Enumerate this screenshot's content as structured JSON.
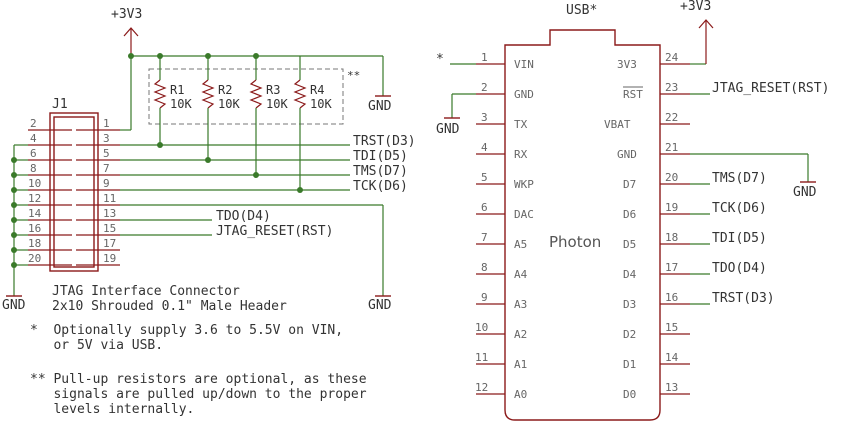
{
  "power_label": "+3V3",
  "gnd_label": "GND",
  "header": {
    "ref": "J1",
    "desc_line1": "JTAG Interface Connector",
    "desc_line2": "2x10 Shrouded 0.1\" Male Header",
    "left_pins": [
      "2",
      "4",
      "6",
      "8",
      "10",
      "12",
      "14",
      "16",
      "18",
      "20"
    ],
    "right_pins": [
      "1",
      "3",
      "5",
      "7",
      "9",
      "11",
      "13",
      "15",
      "17",
      "19"
    ]
  },
  "resistors": {
    "names": [
      "R1",
      "R2",
      "R3",
      "R4"
    ],
    "value": "10K",
    "mark": "**"
  },
  "signals": [
    "TRST(D3)",
    "TDI(D5)",
    "TMS(D7)",
    "TCK(D6)",
    "TDO(D4)",
    "JTAG_RESET(RST)"
  ],
  "notes": {
    "n1_line1": "*  Optionally supply 3.6 to 5.5V on VIN,",
    "n1_line2": "   or 5V via USB.",
    "n2_line1": "** Pull-up resistors are optional, as these",
    "n2_line2": "   signals are pulled up/down to the proper",
    "n2_line3": "   levels internally."
  },
  "photon": {
    "name": "Photon",
    "usb_label": "USB*",
    "vin_mark": "*",
    "left": [
      {
        "num": "1",
        "name": "VIN"
      },
      {
        "num": "2",
        "name": "GND"
      },
      {
        "num": "3",
        "name": "TX"
      },
      {
        "num": "4",
        "name": "RX"
      },
      {
        "num": "5",
        "name": "WKP"
      },
      {
        "num": "6",
        "name": "DAC"
      },
      {
        "num": "7",
        "name": "A5"
      },
      {
        "num": "8",
        "name": "A4"
      },
      {
        "num": "9",
        "name": "A3"
      },
      {
        "num": "10",
        "name": "A2"
      },
      {
        "num": "11",
        "name": "A1"
      },
      {
        "num": "12",
        "name": "A0"
      }
    ],
    "right": [
      {
        "num": "24",
        "name": "3V3"
      },
      {
        "num": "23",
        "name": "RST"
      },
      {
        "num": "22",
        "name": "VBAT"
      },
      {
        "num": "21",
        "name": "GND"
      },
      {
        "num": "20",
        "name": "D7"
      },
      {
        "num": "19",
        "name": "D6"
      },
      {
        "num": "18",
        "name": "D5"
      },
      {
        "num": "17",
        "name": "D4"
      },
      {
        "num": "16",
        "name": "D3"
      },
      {
        "num": "15",
        "name": "D2"
      },
      {
        "num": "14",
        "name": "D1"
      },
      {
        "num": "13",
        "name": "D0"
      }
    ],
    "right_signals": {
      "rst": "JTAG_RESET(RST)",
      "d7": "TMS(D7)",
      "d6": "TCK(D6)",
      "d5": "TDI(D5)",
      "d4": "TDO(D4)",
      "d3": "TRST(D3)"
    }
  }
}
